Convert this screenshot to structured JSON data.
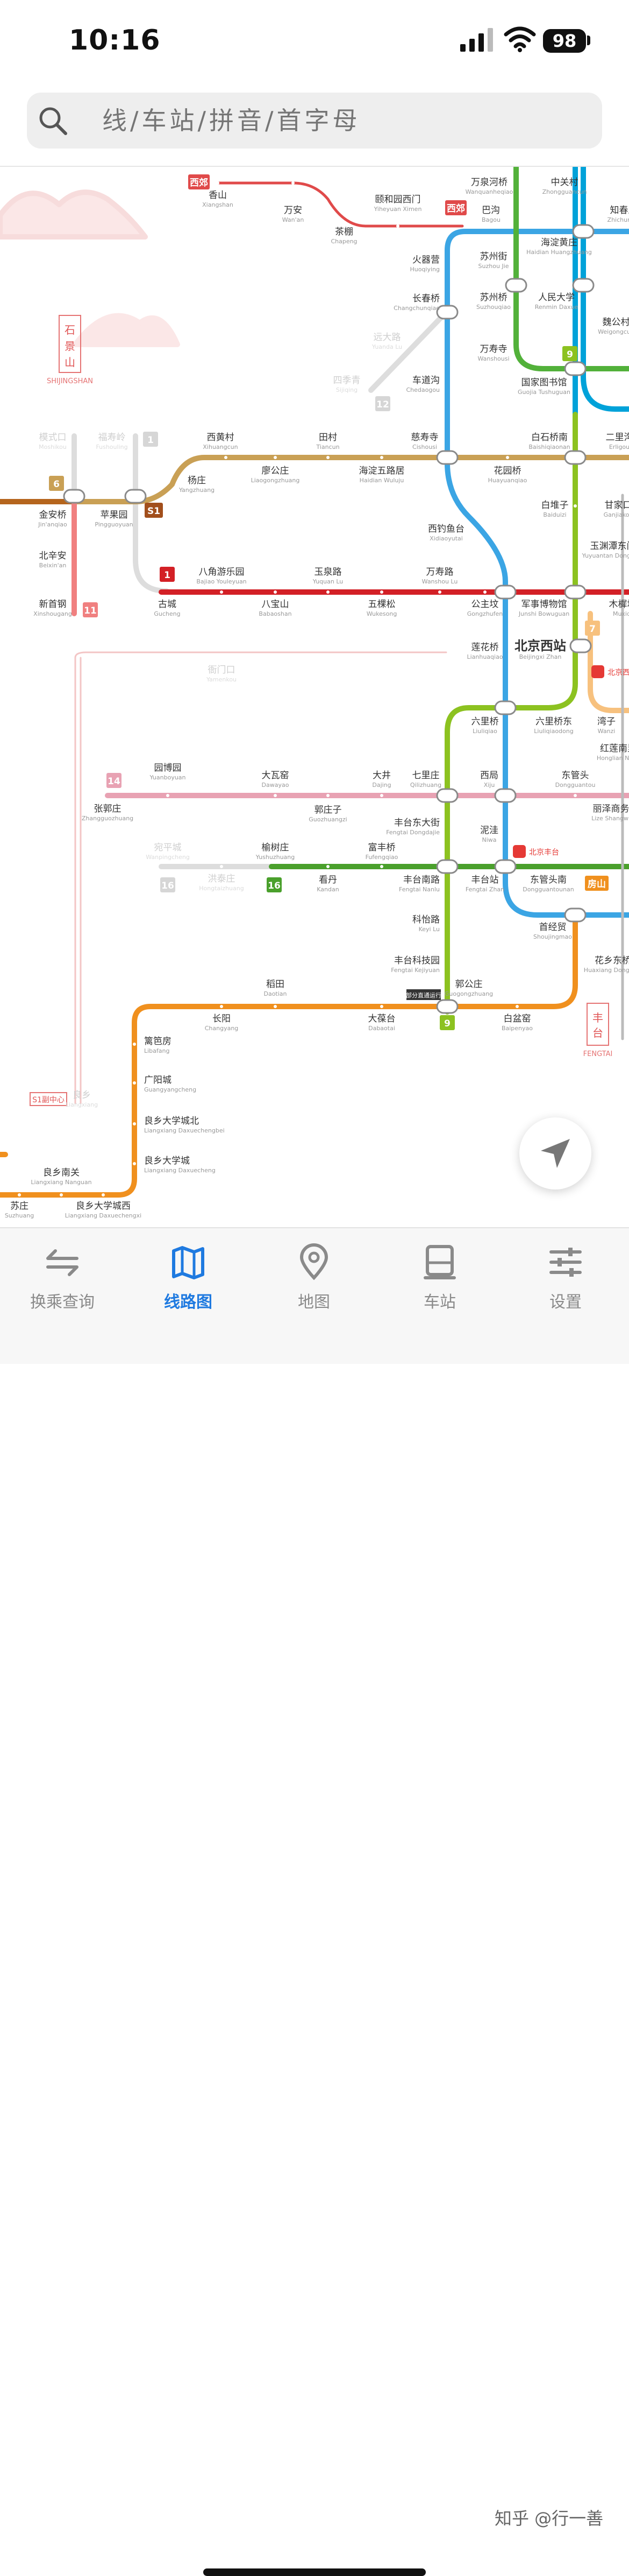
{
  "status_bar": {
    "time": "10:16",
    "battery": "98"
  },
  "search": {
    "placeholder": "线/车站/拼音/首字母"
  },
  "district_labels": [
    {
      "key": "shijingshan",
      "cn": "石景山",
      "en": "SHIJINGSHAN"
    },
    {
      "key": "fengtai",
      "cn": "丰台",
      "en": "FENGTAI"
    }
  ],
  "line_badges": {
    "xijiao": "西郊",
    "line1": "1",
    "line6": "6",
    "s1": "S1",
    "line11": "11",
    "line12": "12",
    "line14": "14",
    "line16_gray": "16",
    "line16": "16",
    "line9_a": "9",
    "line9_b": "9",
    "line7": "7",
    "line1_gray": "1",
    "fangshan": "房山",
    "s1_sub": "S1副中心"
  },
  "notes": {
    "express": "部分直通运行"
  },
  "stations": [
    {
      "cn": "香山",
      "en": "Xiangshan"
    },
    {
      "cn": "万安",
      "en": "Wan'an"
    },
    {
      "cn": "茶棚",
      "en": "Chapeng"
    },
    {
      "cn": "颐和园西门",
      "en": "Yiheyuan Ximen"
    },
    {
      "cn": "巴沟",
      "en": "Bagou"
    },
    {
      "cn": "万泉河桥",
      "en": "Wanquanheqiao"
    },
    {
      "cn": "中关村",
      "en": "Zhongguancun"
    },
    {
      "cn": "苏州街",
      "en": "Suzhou Jie"
    },
    {
      "cn": "海淀黄庄",
      "en": "Haidian Huangzhuang"
    },
    {
      "cn": "火器营",
      "en": "Huoqiying"
    },
    {
      "cn": "长春桥",
      "en": "Changchunqiao"
    },
    {
      "cn": "苏州桥",
      "en": "Suzhouqiao"
    },
    {
      "cn": "人民大学",
      "en": "Renmin Daxue"
    },
    {
      "cn": "魏公村",
      "en": "Weigongcun"
    },
    {
      "cn": "万寿寺",
      "en": "Wanshousi"
    },
    {
      "cn": "远大路",
      "en": "Yuanda Lu"
    },
    {
      "cn": "四季青",
      "en": "Sijiqing"
    },
    {
      "cn": "车道沟",
      "en": "Chedaogou"
    },
    {
      "cn": "国家图书馆",
      "en": "Guojia Tushuguan"
    },
    {
      "cn": "模式口",
      "en": "Moshikou"
    },
    {
      "cn": "福寿岭",
      "en": "Fushouling"
    },
    {
      "cn": "西黄村",
      "en": "Xihuangcun"
    },
    {
      "cn": "田村",
      "en": "Tiancun"
    },
    {
      "cn": "慈寿寺",
      "en": "Cishousi"
    },
    {
      "cn": "白石桥南",
      "en": "Baishiqiaonan"
    },
    {
      "cn": "廖公庄",
      "en": "Liaogongzhuang"
    },
    {
      "cn": "海淀五路居",
      "en": "Haidian Wuluju"
    },
    {
      "cn": "花园桥",
      "en": "Huayuanqiao"
    },
    {
      "cn": "杨庄",
      "en": "Yangzhuang"
    },
    {
      "cn": "金安桥",
      "en": "Jin'anqiao"
    },
    {
      "cn": "苹果园",
      "en": "Pingguoyuan"
    },
    {
      "cn": "白堆子",
      "en": "Baiduizi"
    },
    {
      "cn": "西钓鱼台",
      "en": "Xidiaoyutai"
    },
    {
      "cn": "北辛安",
      "en": "Beixin'an"
    },
    {
      "cn": "玉渊潭东门",
      "en": "Yuyuantan Dongmen"
    },
    {
      "cn": "八角游乐园",
      "en": "Bajiao Youleyuan"
    },
    {
      "cn": "玉泉路",
      "en": "Yuquan Lu"
    },
    {
      "cn": "万寿路",
      "en": "Wanshou Lu"
    },
    {
      "cn": "新首钢",
      "en": "Xinshougang"
    },
    {
      "cn": "古城",
      "en": "Gucheng"
    },
    {
      "cn": "八宝山",
      "en": "Babaoshan"
    },
    {
      "cn": "五棵松",
      "en": "Wukesong"
    },
    {
      "cn": "公主坟",
      "en": "Gongzhufen"
    },
    {
      "cn": "军事博物馆",
      "en": "Junshi Bowuguan"
    },
    {
      "cn": "莲花桥",
      "en": "Lianhuaqiao"
    },
    {
      "cn": "北京西站",
      "en": "Beijingxi Zhan"
    },
    {
      "cn": "衙门口",
      "en": "Yamenkou"
    },
    {
      "cn": "六里桥",
      "en": "Liuliqiao"
    },
    {
      "cn": "六里桥东",
      "en": "Liuliqiaodong"
    },
    {
      "cn": "湾子",
      "en": "Wanzi"
    },
    {
      "cn": "红莲南里",
      "en": "Honglian Nanli"
    },
    {
      "cn": "园博园",
      "en": "Yuanboyuan"
    },
    {
      "cn": "大瓦窑",
      "en": "Dawayao"
    },
    {
      "cn": "大井",
      "en": "Dajing"
    },
    {
      "cn": "七里庄",
      "en": "Qilizhuang"
    },
    {
      "cn": "西局",
      "en": "Xiju"
    },
    {
      "cn": "东管头",
      "en": "Dongguantou"
    },
    {
      "cn": "张郭庄",
      "en": "Zhangguozhuang"
    },
    {
      "cn": "郭庄子",
      "en": "Guozhuangzi"
    },
    {
      "cn": "丰台东大街",
      "en": "Fengtai Dongdajie"
    },
    {
      "cn": "丽泽商务区",
      "en": "Lize Shangwuqu"
    },
    {
      "cn": "泥洼",
      "en": "Niwa"
    },
    {
      "cn": "宛平城",
      "en": "Wanpingcheng"
    },
    {
      "cn": "榆树庄",
      "en": "Yushuzhuang"
    },
    {
      "cn": "富丰桥",
      "en": "Fufengqiao"
    },
    {
      "cn": "洪泰庄",
      "en": "Hongtaizhuang"
    },
    {
      "cn": "看丹",
      "en": "Kandan"
    },
    {
      "cn": "丰台南路",
      "en": "Fengtai Nanlu"
    },
    {
      "cn": "丰台站",
      "en": "Fengtai Zhan"
    },
    {
      "cn": "东管头南",
      "en": "Dongguantounan"
    },
    {
      "cn": "科怡路",
      "en": "Keyi Lu"
    },
    {
      "cn": "首经贸",
      "en": "Shoujingmao"
    },
    {
      "cn": "丰台科技园",
      "en": "Fengtai Kejiyuan"
    },
    {
      "cn": "花乡东桥",
      "en": "Huaxiang Dongqiao"
    },
    {
      "cn": "稻田",
      "en": "Daotian"
    },
    {
      "cn": "郭公庄",
      "en": "Guogongzhuang"
    },
    {
      "cn": "长阳",
      "en": "Changyang"
    },
    {
      "cn": "大葆台",
      "en": "Dabaotai"
    },
    {
      "cn": "白盆窑",
      "en": "Baipenyao"
    },
    {
      "cn": "篱笆房",
      "en": "Libafang"
    },
    {
      "cn": "广阳城",
      "en": "Guangyangcheng"
    },
    {
      "cn": "良乡",
      "en": "Liangxiang"
    },
    {
      "cn": "良乡大学城北",
      "en": "Liangxiang Daxuechengbei"
    },
    {
      "cn": "良乡大学城",
      "en": "Liangxiang Daxuecheng"
    },
    {
      "cn": "良乡南关",
      "en": "Liangxiang Nanguan"
    },
    {
      "cn": "苏庄",
      "en": "Suzhuang"
    },
    {
      "cn": "良乡大学城西",
      "en": "Liangxiang Daxuechengxi"
    },
    {
      "cn": "二里沟",
      "en": "Erligou"
    },
    {
      "cn": "甘家口",
      "en": "Ganjiakou"
    },
    {
      "cn": "木樨地",
      "en": "Muxidi"
    },
    {
      "cn": "知春路",
      "en": "Zhichun Lu"
    }
  ],
  "rail_stations": {
    "beijingxi": "北京西",
    "fengtai": "北京丰台"
  },
  "colors": {
    "line1": "#d32026",
    "line6": "#c9a055",
    "line9": "#8cc220",
    "line10": "#00a2d9",
    "line4": "#3ba5e4",
    "line16": "#4aa02c",
    "line14": "#e8a2b3",
    "fangshan": "#f0901e",
    "xijiao": "#e04a4a",
    "s1": "#a24f1c",
    "line11": "#f08080",
    "line7": "#f7c17e",
    "inactive": "#dddddd",
    "accent": "#1f7ae0"
  },
  "nav": {
    "tabs": [
      {
        "label": "换乘查询",
        "icon": "transfer-icon",
        "active": false
      },
      {
        "label": "线路图",
        "icon": "map-book-icon",
        "active": true
      },
      {
        "label": "地图",
        "icon": "location-pin-icon",
        "active": false
      },
      {
        "label": "车站",
        "icon": "train-icon",
        "active": false
      },
      {
        "label": "设置",
        "icon": "sliders-icon",
        "active": false
      }
    ]
  },
  "watermark": "知乎 @行一善"
}
